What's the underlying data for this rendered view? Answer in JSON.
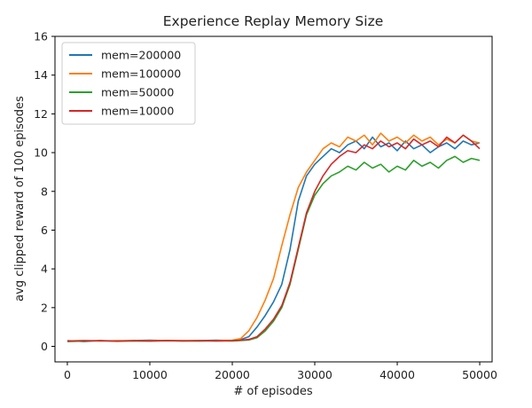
{
  "chart_data": {
    "type": "line",
    "title": "Experience Replay Memory Size",
    "xlabel": "# of episodes",
    "ylabel": "avg clipped reward of 100 episodes",
    "xlim": [
      -1500,
      51500
    ],
    "ylim": [
      -0.8,
      16
    ],
    "xticks": [
      0,
      10000,
      20000,
      30000,
      40000,
      50000
    ],
    "yticks": [
      0,
      2,
      4,
      6,
      8,
      10,
      12,
      14,
      16
    ],
    "grid": false,
    "legend_position": "top-left",
    "series": [
      {
        "name": "mem=200000",
        "color": "#1f77b4",
        "x": [
          0,
          2000,
          4000,
          6000,
          8000,
          10000,
          12000,
          14000,
          16000,
          18000,
          20000,
          21000,
          22000,
          23000,
          24000,
          25000,
          26000,
          27000,
          28000,
          29000,
          30000,
          31000,
          32000,
          33000,
          34000,
          35000,
          36000,
          37000,
          38000,
          39000,
          40000,
          41000,
          42000,
          43000,
          44000,
          45000,
          46000,
          47000,
          48000,
          49000,
          50000
        ],
        "values": [
          0.3,
          0.25,
          0.3,
          0.28,
          0.3,
          0.32,
          0.3,
          0.28,
          0.3,
          0.32,
          0.3,
          0.35,
          0.5,
          1.0,
          1.6,
          2.3,
          3.2,
          5.0,
          7.5,
          8.8,
          9.4,
          9.8,
          10.2,
          10.0,
          10.4,
          10.6,
          10.2,
          10.8,
          10.3,
          10.5,
          10.1,
          10.6,
          10.2,
          10.4,
          10.0,
          10.3,
          10.5,
          10.2,
          10.6,
          10.4,
          10.5
        ]
      },
      {
        "name": "mem=100000",
        "color": "#ff7f0e",
        "x": [
          0,
          2000,
          4000,
          6000,
          8000,
          10000,
          12000,
          14000,
          16000,
          18000,
          20000,
          21000,
          22000,
          23000,
          24000,
          25000,
          26000,
          27000,
          28000,
          29000,
          30000,
          31000,
          32000,
          33000,
          34000,
          35000,
          36000,
          37000,
          38000,
          39000,
          40000,
          41000,
          42000,
          43000,
          44000,
          45000,
          46000,
          47000,
          48000,
          49000,
          50000
        ],
        "values": [
          0.28,
          0.3,
          0.27,
          0.3,
          0.29,
          0.3,
          0.31,
          0.3,
          0.29,
          0.3,
          0.32,
          0.4,
          0.8,
          1.5,
          2.4,
          3.5,
          5.2,
          6.8,
          8.2,
          9.0,
          9.6,
          10.2,
          10.5,
          10.3,
          10.8,
          10.6,
          10.9,
          10.4,
          11.0,
          10.6,
          10.8,
          10.5,
          10.9,
          10.6,
          10.8,
          10.4,
          10.7,
          10.5,
          10.9,
          10.6,
          10.5
        ]
      },
      {
        "name": "mem=50000",
        "color": "#2ca02c",
        "x": [
          0,
          2000,
          4000,
          6000,
          8000,
          10000,
          12000,
          14000,
          16000,
          18000,
          20000,
          21000,
          22000,
          23000,
          24000,
          25000,
          26000,
          27000,
          28000,
          29000,
          30000,
          31000,
          32000,
          33000,
          34000,
          35000,
          36000,
          37000,
          38000,
          39000,
          40000,
          41000,
          42000,
          43000,
          44000,
          45000,
          46000,
          47000,
          48000,
          49000,
          50000
        ],
        "values": [
          0.25,
          0.27,
          0.3,
          0.26,
          0.28,
          0.27,
          0.29,
          0.28,
          0.27,
          0.29,
          0.28,
          0.3,
          0.33,
          0.45,
          0.8,
          1.3,
          2.0,
          3.2,
          5.0,
          6.8,
          7.8,
          8.4,
          8.8,
          9.0,
          9.3,
          9.1,
          9.5,
          9.2,
          9.4,
          9.0,
          9.3,
          9.1,
          9.6,
          9.3,
          9.5,
          9.2,
          9.6,
          9.8,
          9.5,
          9.7,
          9.6
        ]
      },
      {
        "name": "mem=10000",
        "color": "#d62728",
        "x": [
          0,
          2000,
          4000,
          6000,
          8000,
          10000,
          12000,
          14000,
          16000,
          18000,
          20000,
          21000,
          22000,
          23000,
          24000,
          25000,
          26000,
          27000,
          28000,
          29000,
          30000,
          31000,
          32000,
          33000,
          34000,
          35000,
          36000,
          37000,
          38000,
          39000,
          40000,
          41000,
          42000,
          43000,
          44000,
          45000,
          46000,
          47000,
          48000,
          49000,
          50000
        ],
        "values": [
          0.28,
          0.3,
          0.29,
          0.27,
          0.3,
          0.28,
          0.3,
          0.29,
          0.3,
          0.28,
          0.3,
          0.32,
          0.36,
          0.5,
          0.9,
          1.4,
          2.1,
          3.3,
          5.1,
          6.9,
          8.0,
          8.8,
          9.4,
          9.8,
          10.1,
          10.0,
          10.4,
          10.2,
          10.6,
          10.3,
          10.5,
          10.2,
          10.7,
          10.4,
          10.6,
          10.3,
          10.8,
          10.5,
          10.9,
          10.6,
          10.2
        ]
      }
    ]
  }
}
